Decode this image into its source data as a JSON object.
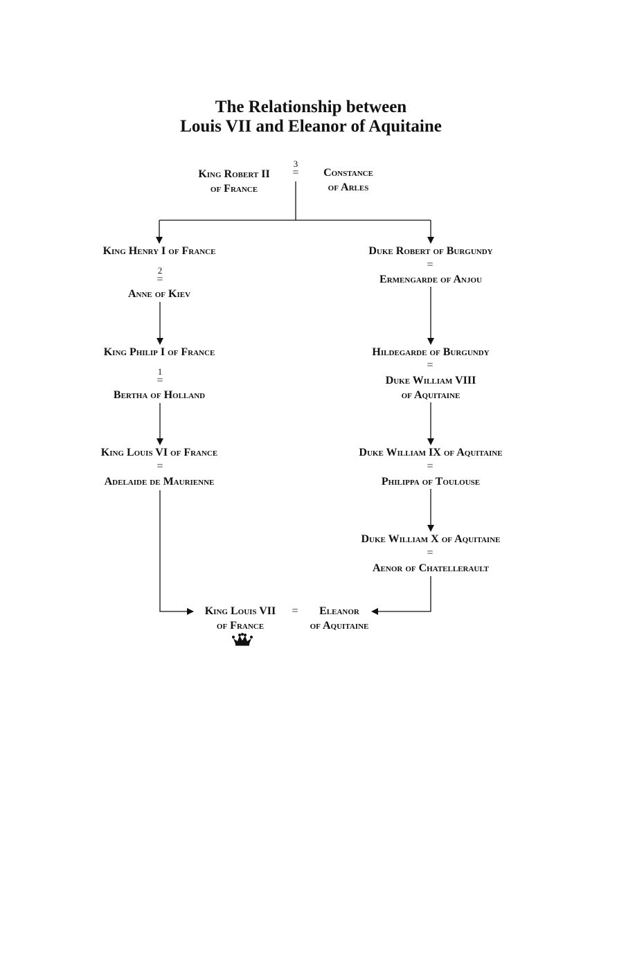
{
  "title": {
    "line1": "The Relationship between",
    "line2": "Louis VII and Eleanor of Aquitaine"
  },
  "marriage_symbol": "=",
  "root": {
    "husband": [
      "King Robert II",
      "of France"
    ],
    "wife": [
      "Constance",
      "of Arles"
    ],
    "marriage_number": "3"
  },
  "left_branch": [
    {
      "person": "King Henry I of France",
      "marriage_number": "2",
      "spouse": "Anne of Kiev"
    },
    {
      "person": "King Philip I of France",
      "marriage_number": "1",
      "spouse": "Bertha of Holland"
    },
    {
      "person": "King Louis VI of France",
      "marriage_number": "",
      "spouse": "Adelaide de Maurienne"
    }
  ],
  "right_branch": [
    {
      "person": "Duke Robert of Burgundy",
      "spouse": "Ermengarde of Anjou"
    },
    {
      "person": "Hildegarde of Burgundy",
      "spouse": [
        "Duke William VIII",
        "of Aquitaine"
      ]
    },
    {
      "person": "Duke William IX of Aquitaine",
      "spouse": "Philippa of Toulouse"
    },
    {
      "person": "Duke William X of Aquitaine",
      "spouse": "Aenor of Chatellerault"
    }
  ],
  "final": {
    "husband": [
      "King Louis VII",
      "of France"
    ],
    "wife": [
      "Eleanor",
      "of Aquitaine"
    ],
    "husband_icon": "crown-icon"
  }
}
